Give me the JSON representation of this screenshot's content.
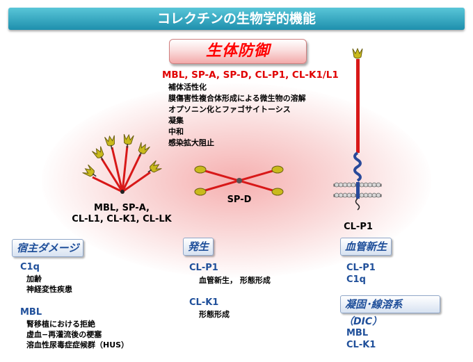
{
  "title": "コレクチンの生物学的機能",
  "defense": {
    "label": "生体防御",
    "collectins": "MBL, SP-A, SP-D, CL-P1, CL-K1/L1",
    "functions": [
      "補体活性化",
      "膜傷害性複合体形成による微生物の溶解",
      "オプソニン化とファゴサイトーシス",
      "凝集",
      "中和",
      "感染拡大阻止"
    ]
  },
  "structures": {
    "bouquet_label_line1": "MBL, SP-A,",
    "bouquet_label_line2": "CL-L1, CL-K1, CL-LK",
    "spd_label": "SP-D",
    "clp1_label": "CL-P1"
  },
  "host_damage": {
    "label": "宿主ダメージ",
    "c1q": "C1q",
    "c1q_items": [
      "加齢",
      "神経変性疾患"
    ],
    "mbl": "MBL",
    "mbl_items": [
      "腎移植における拒絶",
      "虚血−再灌流後の梗塞",
      "溶血性尿毒症症候群（HUS）"
    ]
  },
  "development": {
    "label": "発生",
    "clp1": "CL-P1",
    "clp1_items": "血管新生，  形態形成",
    "clk1": "CL-K1",
    "clk1_items": "形態形成"
  },
  "angiogenesis": {
    "label": "血管新生",
    "items": [
      "CL-P1",
      "C1q"
    ]
  },
  "coagulation": {
    "label": "凝固･線溶系",
    "sub": "（DIC）",
    "items": [
      "MBL",
      "CL-K1"
    ]
  }
}
